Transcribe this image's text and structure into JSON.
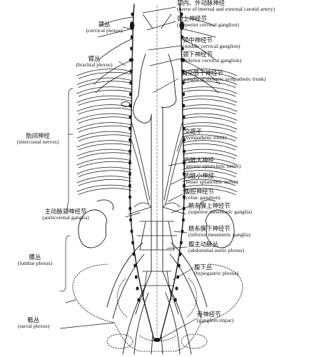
{
  "labels": {
    "internal_external_carotid_nerve": {
      "zh": "颈内、外动脉神经",
      "en": "(nerve of internal and external carotid artery)"
    },
    "superior_cervical_ganglion": {
      "zh": "颈上神经节",
      "en": "(surperior cervical ganglion)"
    },
    "cervical_plexus": {
      "zh": "颈丛",
      "en": "(cervical plexus)"
    },
    "middle_cervical_ganglion": {
      "zh": "颈中神经节",
      "en": "(middle cervical ganglion)"
    },
    "inferior_cervical_ganglion": {
      "zh": "颈下神经节",
      "en": "(inferior cervical ganglion)"
    },
    "brachial_plexus": {
      "zh": "臂丛",
      "en": "(brachial plexus)"
    },
    "thoracic_sympathetic_ganglia": {
      "zh": "胸交感干神经节",
      "en": "(ganglia of thoracic sympathetic trunk)"
    },
    "intercostal_nerves": {
      "zh": "肋间神经",
      "en": "(intercostal nerves)"
    },
    "sympathetic_trunk": {
      "zh": "交感干",
      "en": "(sympathetic trunk)"
    },
    "greater_splanchnic": {
      "zh": "内脏大神经",
      "en": "(greater splanchnic nerve)"
    },
    "lesser_splanchnic": {
      "zh": "内脏小神经",
      "en": "(lesser splanchnic nerve)"
    },
    "celiac_ganglion": {
      "zh": "腹腔神经节",
      "en": "(celiac ganalion)"
    },
    "aorticorenal_ganglia": {
      "zh": "主动脉肾神经节",
      "en": "(aorticorenal ganglia)"
    },
    "superior_mesenteric": {
      "zh": "肠系膜上神经节",
      "en": "(superior mesenteric ganglia)"
    },
    "inferior_mesenteric": {
      "zh": "肠系膜下神经节",
      "en": "(inferior mesenteric ganglia)"
    },
    "abdominal_aortic_plexus": {
      "zh": "腹主动脉丛",
      "en": "(abdominal aortic plexus)"
    },
    "lumbar_plexus": {
      "zh": "腰丛",
      "en": "(lumbar plexus)"
    },
    "hypogastric_plexus": {
      "zh": "腹下丛",
      "en": "(hypogastric plexus)"
    },
    "sacral_plexus": {
      "zh": "骶丛",
      "en": "(sacral plexus)"
    },
    "ganglion_impar": {
      "zh": "奇神经节",
      "en": "(ganglion impar)"
    }
  },
  "colors": {
    "line": "#1a1a1a",
    "background": "#ffffff"
  }
}
